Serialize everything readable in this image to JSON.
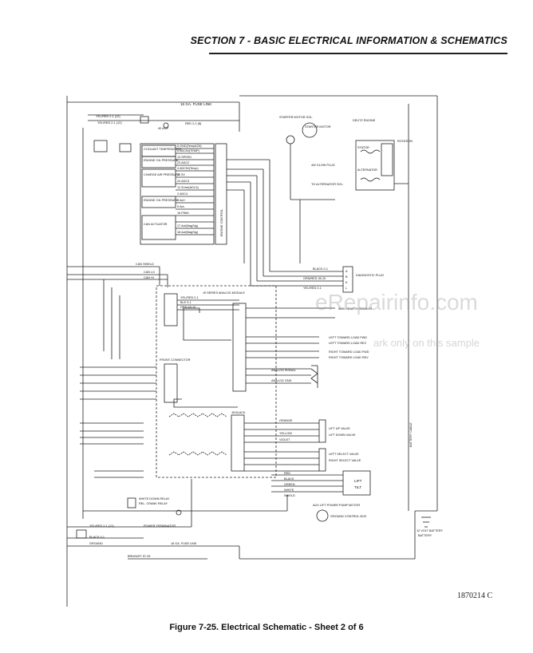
{
  "header": {
    "section_title": "SECTION 7 - BASIC ELECTRICAL INFORMATION & SCHEMATICS"
  },
  "figure": {
    "caption": "Figure 7-25.  Electrical Schematic - Sheet 2 of 6",
    "drawing_number": "1870214 C"
  },
  "watermark": {
    "site": "eRepairinfo.com",
    "note": "ark only on this sample"
  },
  "schematic": {
    "top_labels": [
      "16 GA. FUSE LINK",
      "YEL/RED 2-1 (12)",
      "YEL/RED 2-1 (12)",
      "40 AMP",
      "RED 2-1 (8)"
    ],
    "ecm_block": [
      "COOLANT TEMPERATURE",
      "ENGINE OIL PRESSURE",
      "CHARGE AIR PRESSURE",
      "ENGINE OIL PRESSURE",
      "CAN ACTUATOR"
    ],
    "ecm_pins": [
      "6 GND(Temp&Oil)",
      "8 ADCIN(TEMP)",
      "13 SPEED",
      "23 ADC2",
      "4 ADCIN(Temp)",
      "22 5V",
      "24 ADC3",
      "12 5Vref(ADC4)",
      "2 ADC4",
      "3 Act+",
      "5 Act-",
      "16 PWM",
      "17 Act(MagSig)",
      "18 Act(MagSig)"
    ],
    "ecm_title": "ENGINE CONTROL",
    "starter": [
      "STARTER MOTOR SOL.",
      "STARTER MOTOR"
    ],
    "alternator": [
      "STATOR",
      "ALTERNATOR",
      "ROTATION"
    ],
    "right_labels": [
      "DEUTZ ENGINE",
      "4W GLOW PLUG",
      "TO ALTERNATOR SOL.",
      "DIAGNOSTIC PLUG",
      "BATTERY CABLE",
      "BATTERY"
    ],
    "diag_plug": [
      "A",
      "B",
      "K",
      "L"
    ],
    "can_labels": [
      "CAN SHIELD",
      "CAN LO",
      "CAN HI",
      "BLACK 0-1",
      "ORN/RED 49-10",
      "YEL/RED 2-1"
    ],
    "module_title": "J9 SERIES ANALOG MODULE",
    "j8_block": "J8 BLACK",
    "module_left": [
      "YEL/RED 2-1",
      "BLK 0-1",
      "ORN 49-10",
      "FRONT CONNECTOR"
    ],
    "right_outputs": [
      "5000 LENGTH SENSOR",
      "LEFT TOWARD LOAD FWD",
      "LEFT TOWARD LOAD REV",
      "RIGHT TOWARD LOAD FWD",
      "RIGHT TOWARD LOAD REV",
      "ANALOG SIGNAL",
      "ANALOG GND"
    ],
    "bottom_outputs": [
      "LIFT UP VALVE",
      "LIFT DOWN VALVE",
      "LEFT SELECT VALVE",
      "RIGHT SELECT VALVE",
      "GROUND CONTROL BOX",
      "AUX LIFT POWER PUMP MOTOR"
    ],
    "lower_left": [
      "YEL/RED 2-1 (12)",
      "BLACK 0-1",
      "GROUND",
      "POWER TERMINATOR",
      "16 GA. FUSE LINK",
      "BRN/WHT 57-25",
      "WHITE DOWN RELAY",
      "REL. CRANK RELAY"
    ],
    "wire_colors": [
      "RED",
      "BLACK",
      "GREEN",
      "WHITE",
      "SHIELD",
      "ORANGE",
      "YELLOW",
      "VIOLET"
    ],
    "tilt_box": [
      "LIFT",
      "TILT"
    ],
    "battery_note": "12 VOLT BATTERY"
  }
}
